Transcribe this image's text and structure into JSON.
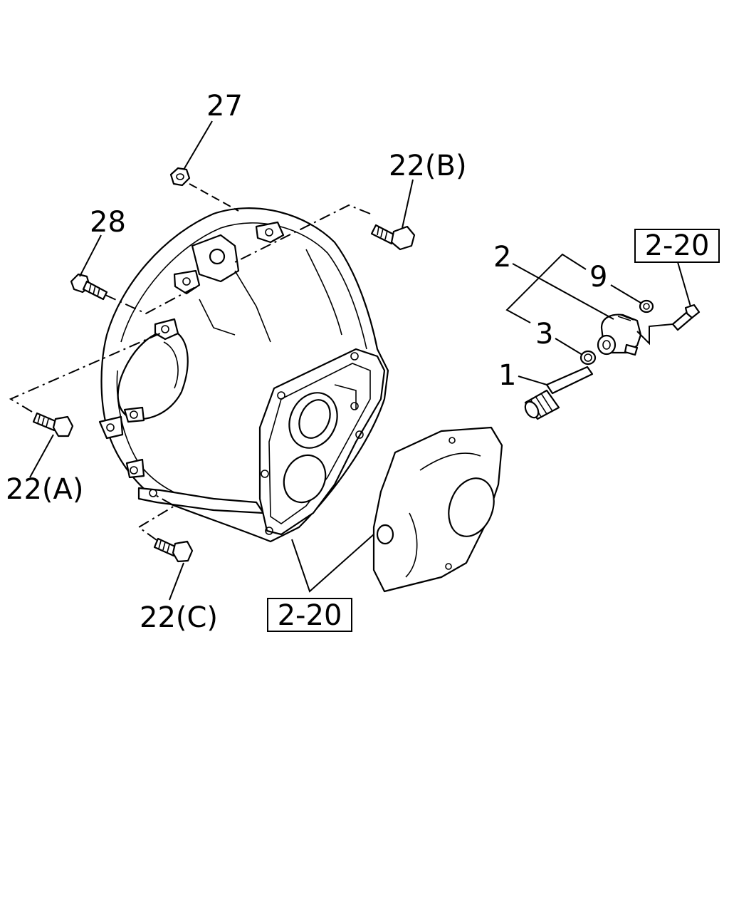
{
  "callouts": {
    "c27": "27",
    "c22b": "22(B)",
    "c28": "28",
    "c2": "2",
    "c9": "9",
    "c3": "3",
    "c1": "1",
    "c22a": "22(A)",
    "c22c": "22(C)"
  },
  "references": {
    "ref_top_right": "2-20",
    "ref_bottom": "2-20"
  }
}
